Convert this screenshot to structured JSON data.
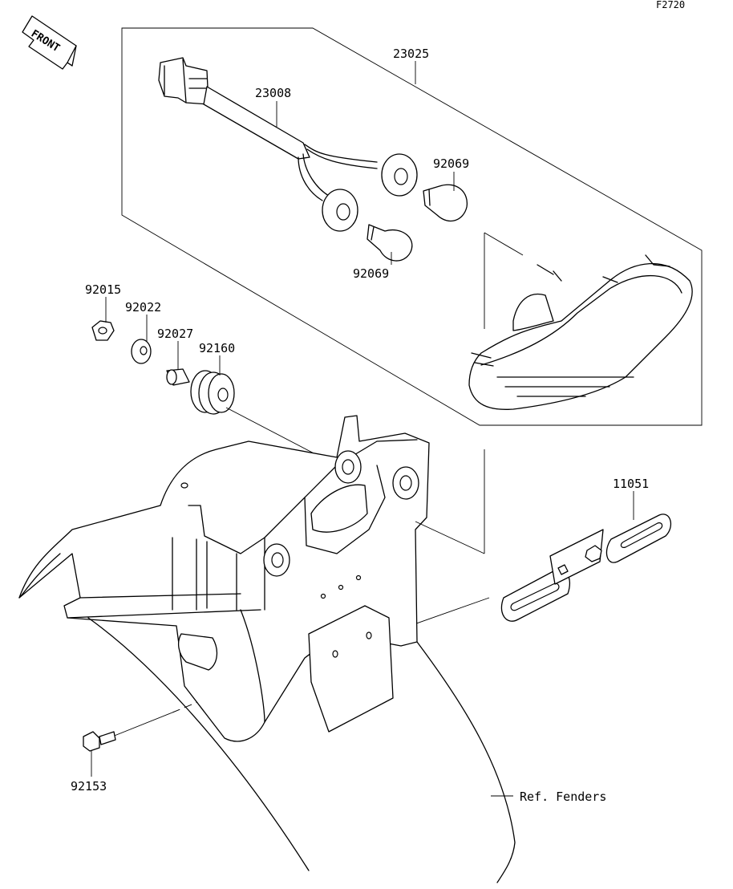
{
  "figure_code": "F2720",
  "front_label": "FRONT",
  "callouts": [
    {
      "id": "c23025",
      "label": "23025"
    },
    {
      "id": "c23008",
      "label": "23008"
    },
    {
      "id": "c92069a",
      "label": "92069"
    },
    {
      "id": "c92069b",
      "label": "92069"
    },
    {
      "id": "c92015",
      "label": "92015"
    },
    {
      "id": "c92022",
      "label": "92022"
    },
    {
      "id": "c92027",
      "label": "92027"
    },
    {
      "id": "c92160",
      "label": "92160"
    },
    {
      "id": "c11051",
      "label": "11051"
    },
    {
      "id": "c92153",
      "label": "92153"
    }
  ],
  "ref_label": "Ref. Fenders"
}
